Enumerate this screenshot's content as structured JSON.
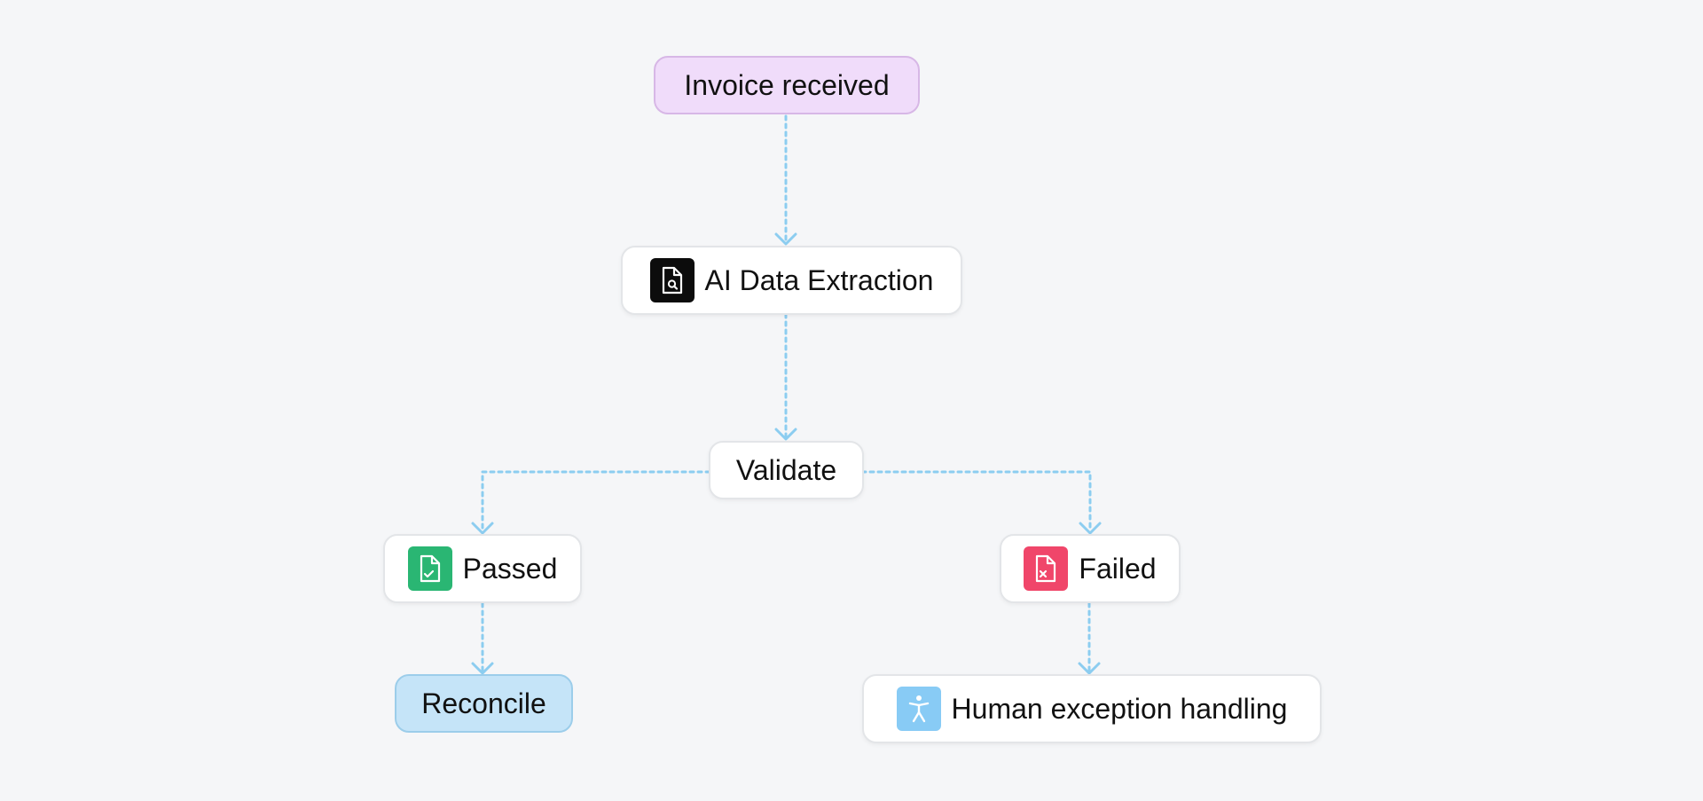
{
  "diagram": {
    "nodes": [
      {
        "id": "invoice-received",
        "label": "Invoice received",
        "style": "start",
        "icon": null
      },
      {
        "id": "ai-data-extraction",
        "label": "AI Data Extraction",
        "style": "white",
        "icon": "document-search-icon"
      },
      {
        "id": "validate",
        "label": "Validate",
        "style": "white",
        "icon": null
      },
      {
        "id": "passed",
        "label": "Passed",
        "style": "white",
        "icon": "document-check-icon"
      },
      {
        "id": "failed",
        "label": "Failed",
        "style": "white",
        "icon": "document-x-icon"
      },
      {
        "id": "reconcile",
        "label": "Reconcile",
        "style": "end",
        "icon": null
      },
      {
        "id": "human-exception-handling",
        "label": "Human exception handling",
        "style": "white",
        "icon": "person-accessibility-icon"
      }
    ],
    "edges": [
      {
        "from": "invoice-received",
        "to": "ai-data-extraction"
      },
      {
        "from": "ai-data-extraction",
        "to": "validate"
      },
      {
        "from": "validate",
        "to": "passed"
      },
      {
        "from": "validate",
        "to": "failed"
      },
      {
        "from": "passed",
        "to": "reconcile"
      },
      {
        "from": "failed",
        "to": "human-exception-handling"
      }
    ],
    "colors": {
      "background": "#f5f6f8",
      "connector": "#8ccdf0",
      "start_fill": "#f0dcfa",
      "end_fill": "#c5e4f8",
      "icon_extraction": "#0c0c0c",
      "icon_passed": "#2ab673",
      "icon_failed": "#f0466a",
      "icon_human": "#88cbf5"
    }
  }
}
